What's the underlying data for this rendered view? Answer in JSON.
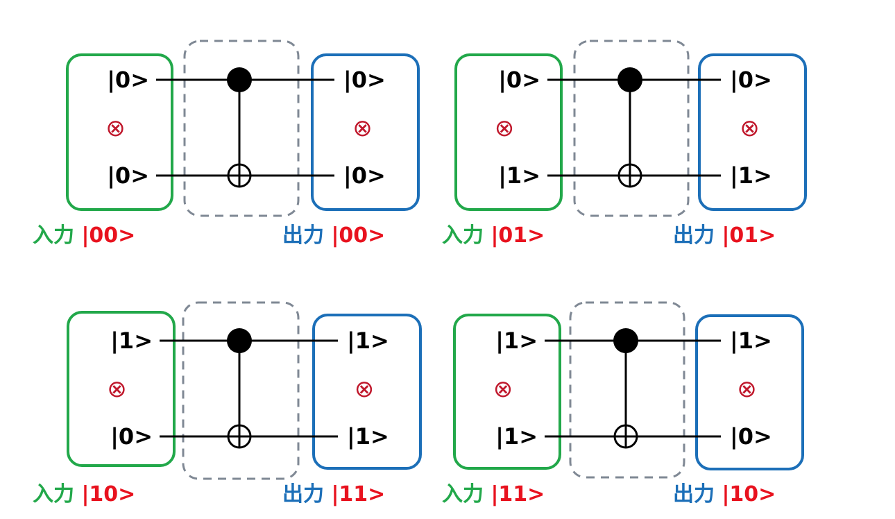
{
  "colors": {
    "input_box": "#22a84a",
    "output_box": "#1c6fb8",
    "gate_box": "#7f8894",
    "tensor": "#c0182c",
    "state": "#e8121e",
    "wire": "#000000"
  },
  "tensor_symbol": "⊗",
  "panels": [
    {
      "in_top": "|0>",
      "in_bottom": "|0>",
      "out_top": "|0>",
      "out_bottom": "|0>",
      "in_word": "入力",
      "in_state": "|00>",
      "out_word": "出力",
      "out_state": "|00>"
    },
    {
      "in_top": "|0>",
      "in_bottom": "|1>",
      "out_top": "|0>",
      "out_bottom": "|1>",
      "in_word": "入力",
      "in_state": "|01>",
      "out_word": "出力",
      "out_state": "|01>"
    },
    {
      "in_top": "|1>",
      "in_bottom": "|0>",
      "out_top": "|1>",
      "out_bottom": "|1>",
      "in_word": "入力",
      "in_state": "|10>",
      "out_word": "出力",
      "out_state": "|11>"
    },
    {
      "in_top": "|1>",
      "in_bottom": "|1>",
      "out_top": "|1>",
      "out_bottom": "|0>",
      "in_word": "入力",
      "in_state": "|11>",
      "out_word": "出力",
      "out_state": "|10>"
    }
  ]
}
